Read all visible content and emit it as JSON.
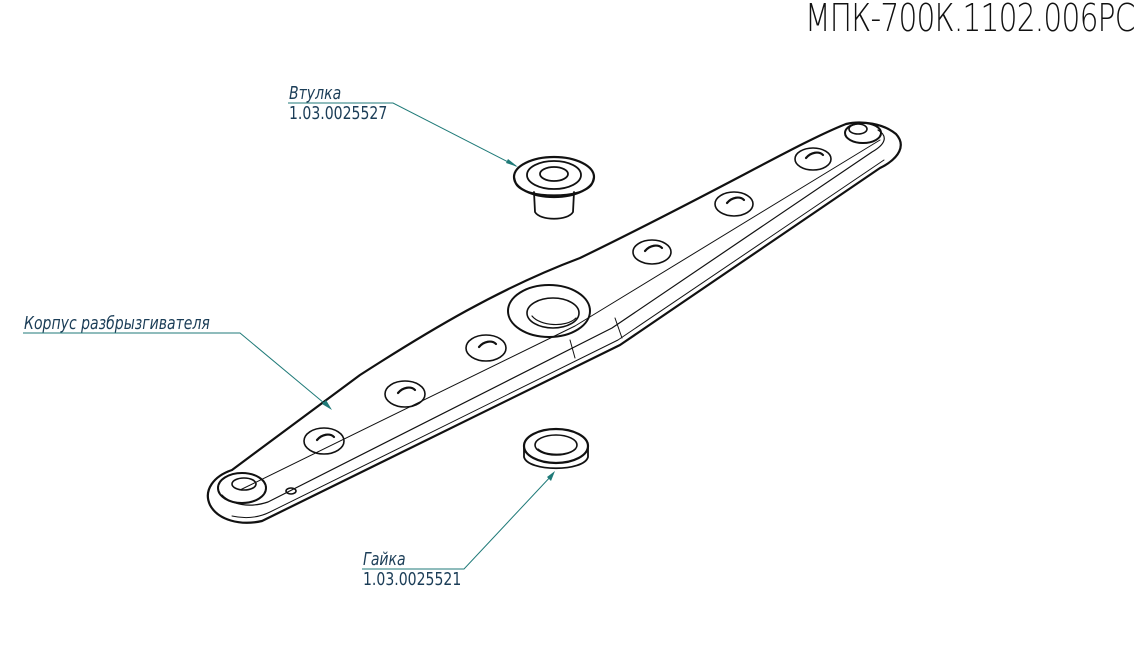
{
  "document": {
    "code": "МПК-700К.1102.006РС"
  },
  "callouts": {
    "bushing": {
      "name": "Втулка",
      "code": "1.03.0025527"
    },
    "body": {
      "name": "Корпус разбрызгивателя"
    },
    "nut": {
      "name": "Гайка",
      "code": "1.03.0025521"
    }
  },
  "colors": {
    "leader": "#1f7a78",
    "outline": "#111111",
    "label": "#1b3d57"
  }
}
